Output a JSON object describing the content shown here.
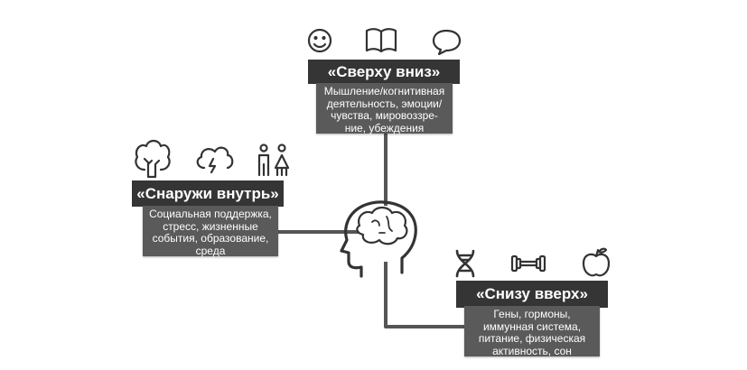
{
  "top": {
    "title": "«Сверху вниз»",
    "lines": [
      "Мышление/когнитивная",
      "деятельность, эмоции/",
      "чувства, мировоззре-",
      "ние, убеждения"
    ],
    "icons": [
      "smiley-icon",
      "book-icon",
      "speech-bubble-icon"
    ]
  },
  "left": {
    "title": "«Снаружи внутрь»",
    "lines": [
      "Социальная поддержка,",
      "стресс, жизненные",
      "события, образование,",
      "среда"
    ],
    "icons": [
      "tree-icon",
      "storm-cloud-icon",
      "people-icon"
    ]
  },
  "bottom": {
    "title": "«Снизу вверх»",
    "lines": [
      "Гены, гормоны,",
      "иммунная система,",
      "питание, физическая",
      "активность, сон"
    ],
    "icons": [
      "dna-icon",
      "dumbbell-icon",
      "apple-icon"
    ]
  },
  "colors": {
    "header": "#353535",
    "body": "#5a5a5a",
    "line": "#555555",
    "icon": "#333333"
  }
}
